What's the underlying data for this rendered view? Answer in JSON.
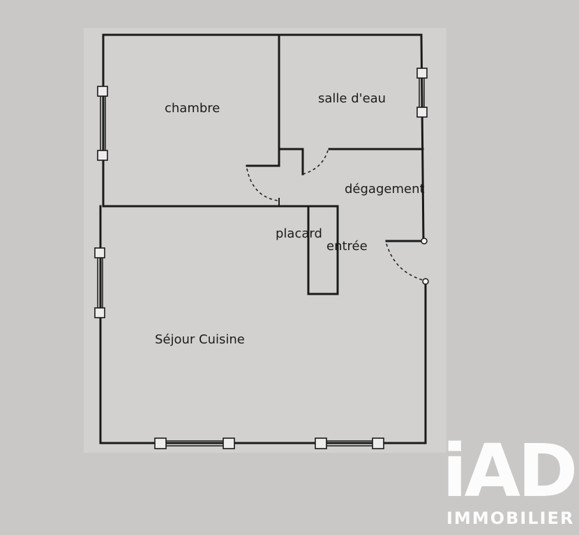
{
  "rooms": {
    "chambre": "chambre",
    "salle_eau": "salle d'eau",
    "degagement": "dégagement",
    "placard": "placard",
    "entree": "entrée",
    "sejour_cuisine": "Séjour Cuisine"
  },
  "watermark": {
    "logo": "iAD",
    "tagline": "IMMOBILIER"
  }
}
